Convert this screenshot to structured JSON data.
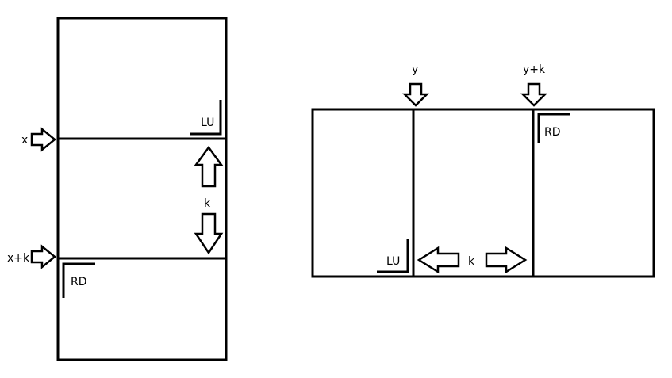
{
  "colors": {
    "line": "#000000",
    "background": "#ffffff",
    "arrow_fill": "#ffffff"
  },
  "left_panel": {
    "marker_x": "x",
    "marker_x_plus_k": "x+k",
    "label_lu": "LU",
    "label_rd": "RD",
    "label_k": "k"
  },
  "right_panel": {
    "marker_y": "y",
    "marker_y_plus_k": "y+k",
    "label_lu": "LU",
    "label_rd": "RD",
    "label_k": "k"
  }
}
